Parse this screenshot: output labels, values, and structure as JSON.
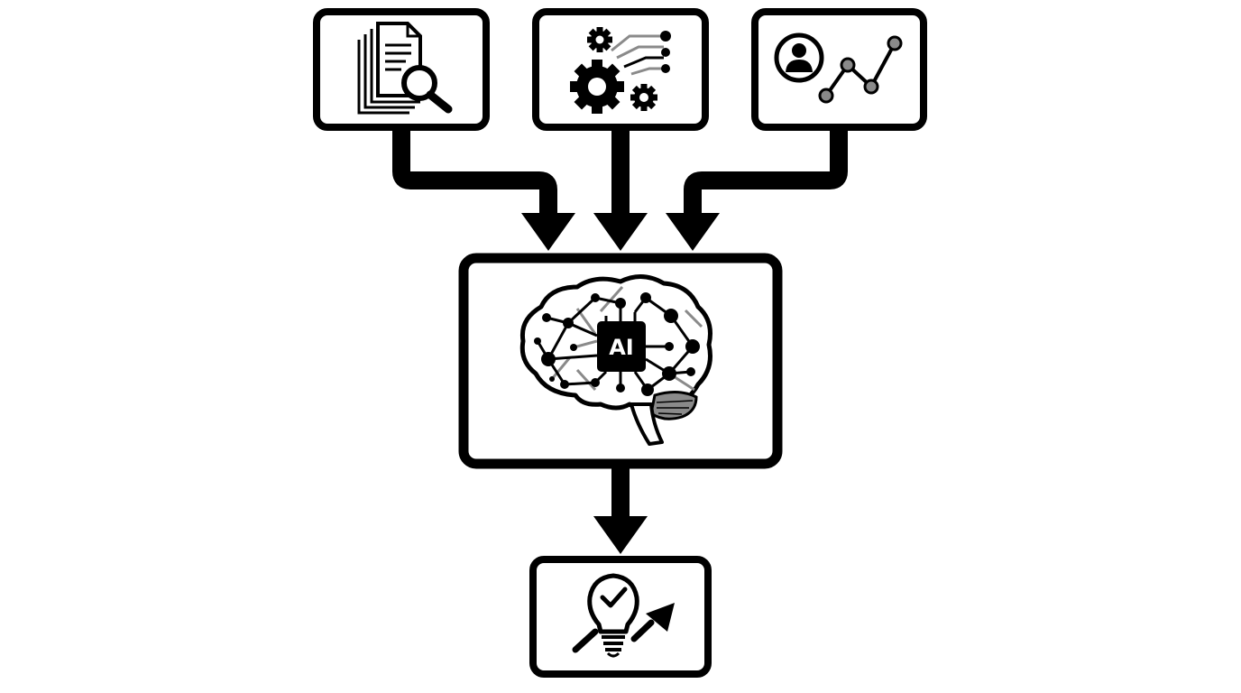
{
  "diagram": {
    "inputs": [
      {
        "id": "documents",
        "icon": "document-search-icon"
      },
      {
        "id": "processes",
        "icon": "gears-network-icon"
      },
      {
        "id": "user-analytics",
        "icon": "user-trend-icon"
      }
    ],
    "core": {
      "icon": "ai-brain-icon",
      "label": "AI"
    },
    "output": {
      "icon": "insight-growth-icon"
    },
    "colors": {
      "stroke": "#000000",
      "background": "#ffffff",
      "accent_gray": "#8a8a8a"
    }
  }
}
